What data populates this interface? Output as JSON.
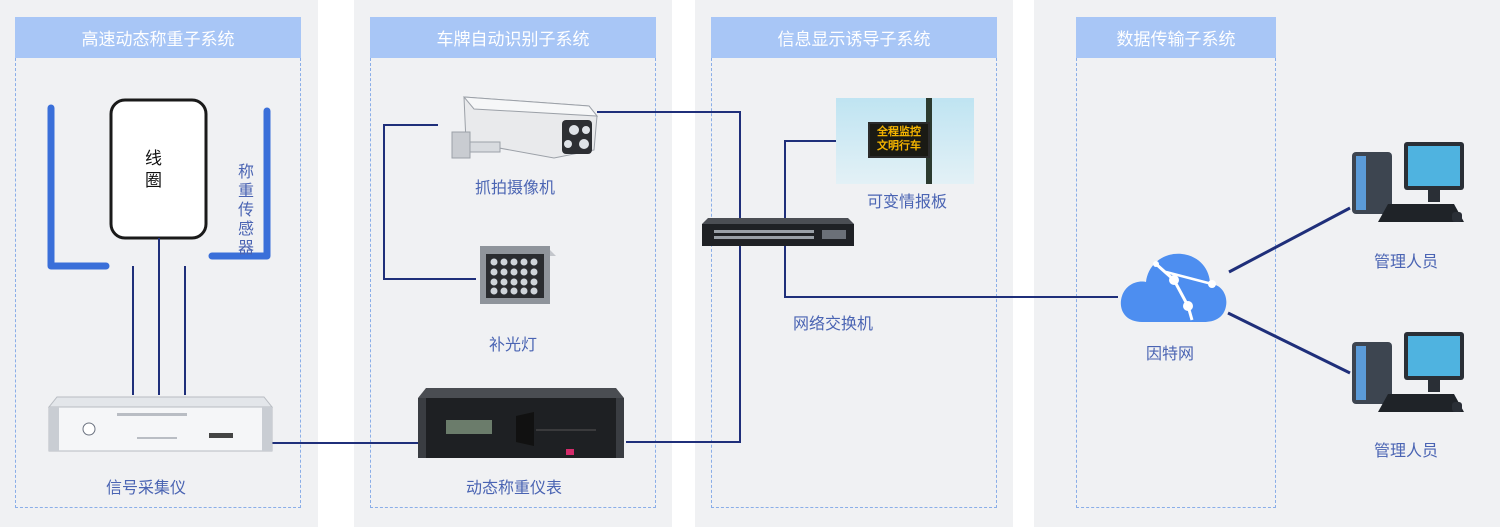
{
  "subsystems": {
    "weighing": "高速动态称重子系统",
    "plate": "车牌自动识别子系统",
    "display": "信息显示诱导子系统",
    "transmission": "数据传输子系统"
  },
  "devices": {
    "coil": "线圈",
    "sensor": "称\n重\n传\n感\n器",
    "collector": "信号采集仪",
    "camera": "抓拍摄像机",
    "fill_light": "补光灯",
    "weighing_meter": "动态称重仪表",
    "vms": "可变情报板",
    "vms_line1": "全程监控",
    "vms_line2": "文明行车",
    "switch": "网络交换机",
    "internet": "因特网",
    "admin1": "管理人员",
    "admin2": "管理人员"
  },
  "colors": {
    "header_bg": "#a8c6f6",
    "panel_bg": "#f0f1f3",
    "line": "#1f2f7a",
    "accent": "#3a6fd9",
    "label": "#4a64b3"
  }
}
